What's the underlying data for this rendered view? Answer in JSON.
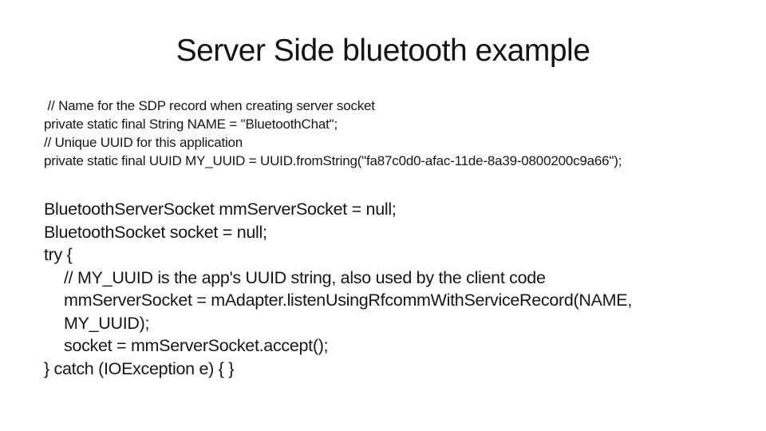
{
  "slide": {
    "background_color": "#ffffff",
    "text_color": "#161616",
    "title": "Server Side bluetooth example",
    "code_block_1": {
      "lines": [
        " // Name for the SDP record when creating server socket",
        "private static final String NAME = \"BluetoothChat\";",
        "// Unique UUID for this application",
        "private static final UUID MY_UUID = UUID.fromString(\"fa87c0d0-afac-11de-8a39-0800200c9a66\");"
      ]
    },
    "code_block_2": {
      "lines": [
        "BluetoothServerSocket mmServerSocket = null;",
        "BluetoothSocket socket = null;",
        "try {",
        "// MY_UUID is the app's UUID string, also used by the client code",
        "mmServerSocket = mAdapter.listenUsingRfcommWithServiceRecord(NAME,",
        "MY_UUID);",
        "socket = mmServerSocket.accept();",
        "} catch (IOException e) { }"
      ]
    }
  }
}
